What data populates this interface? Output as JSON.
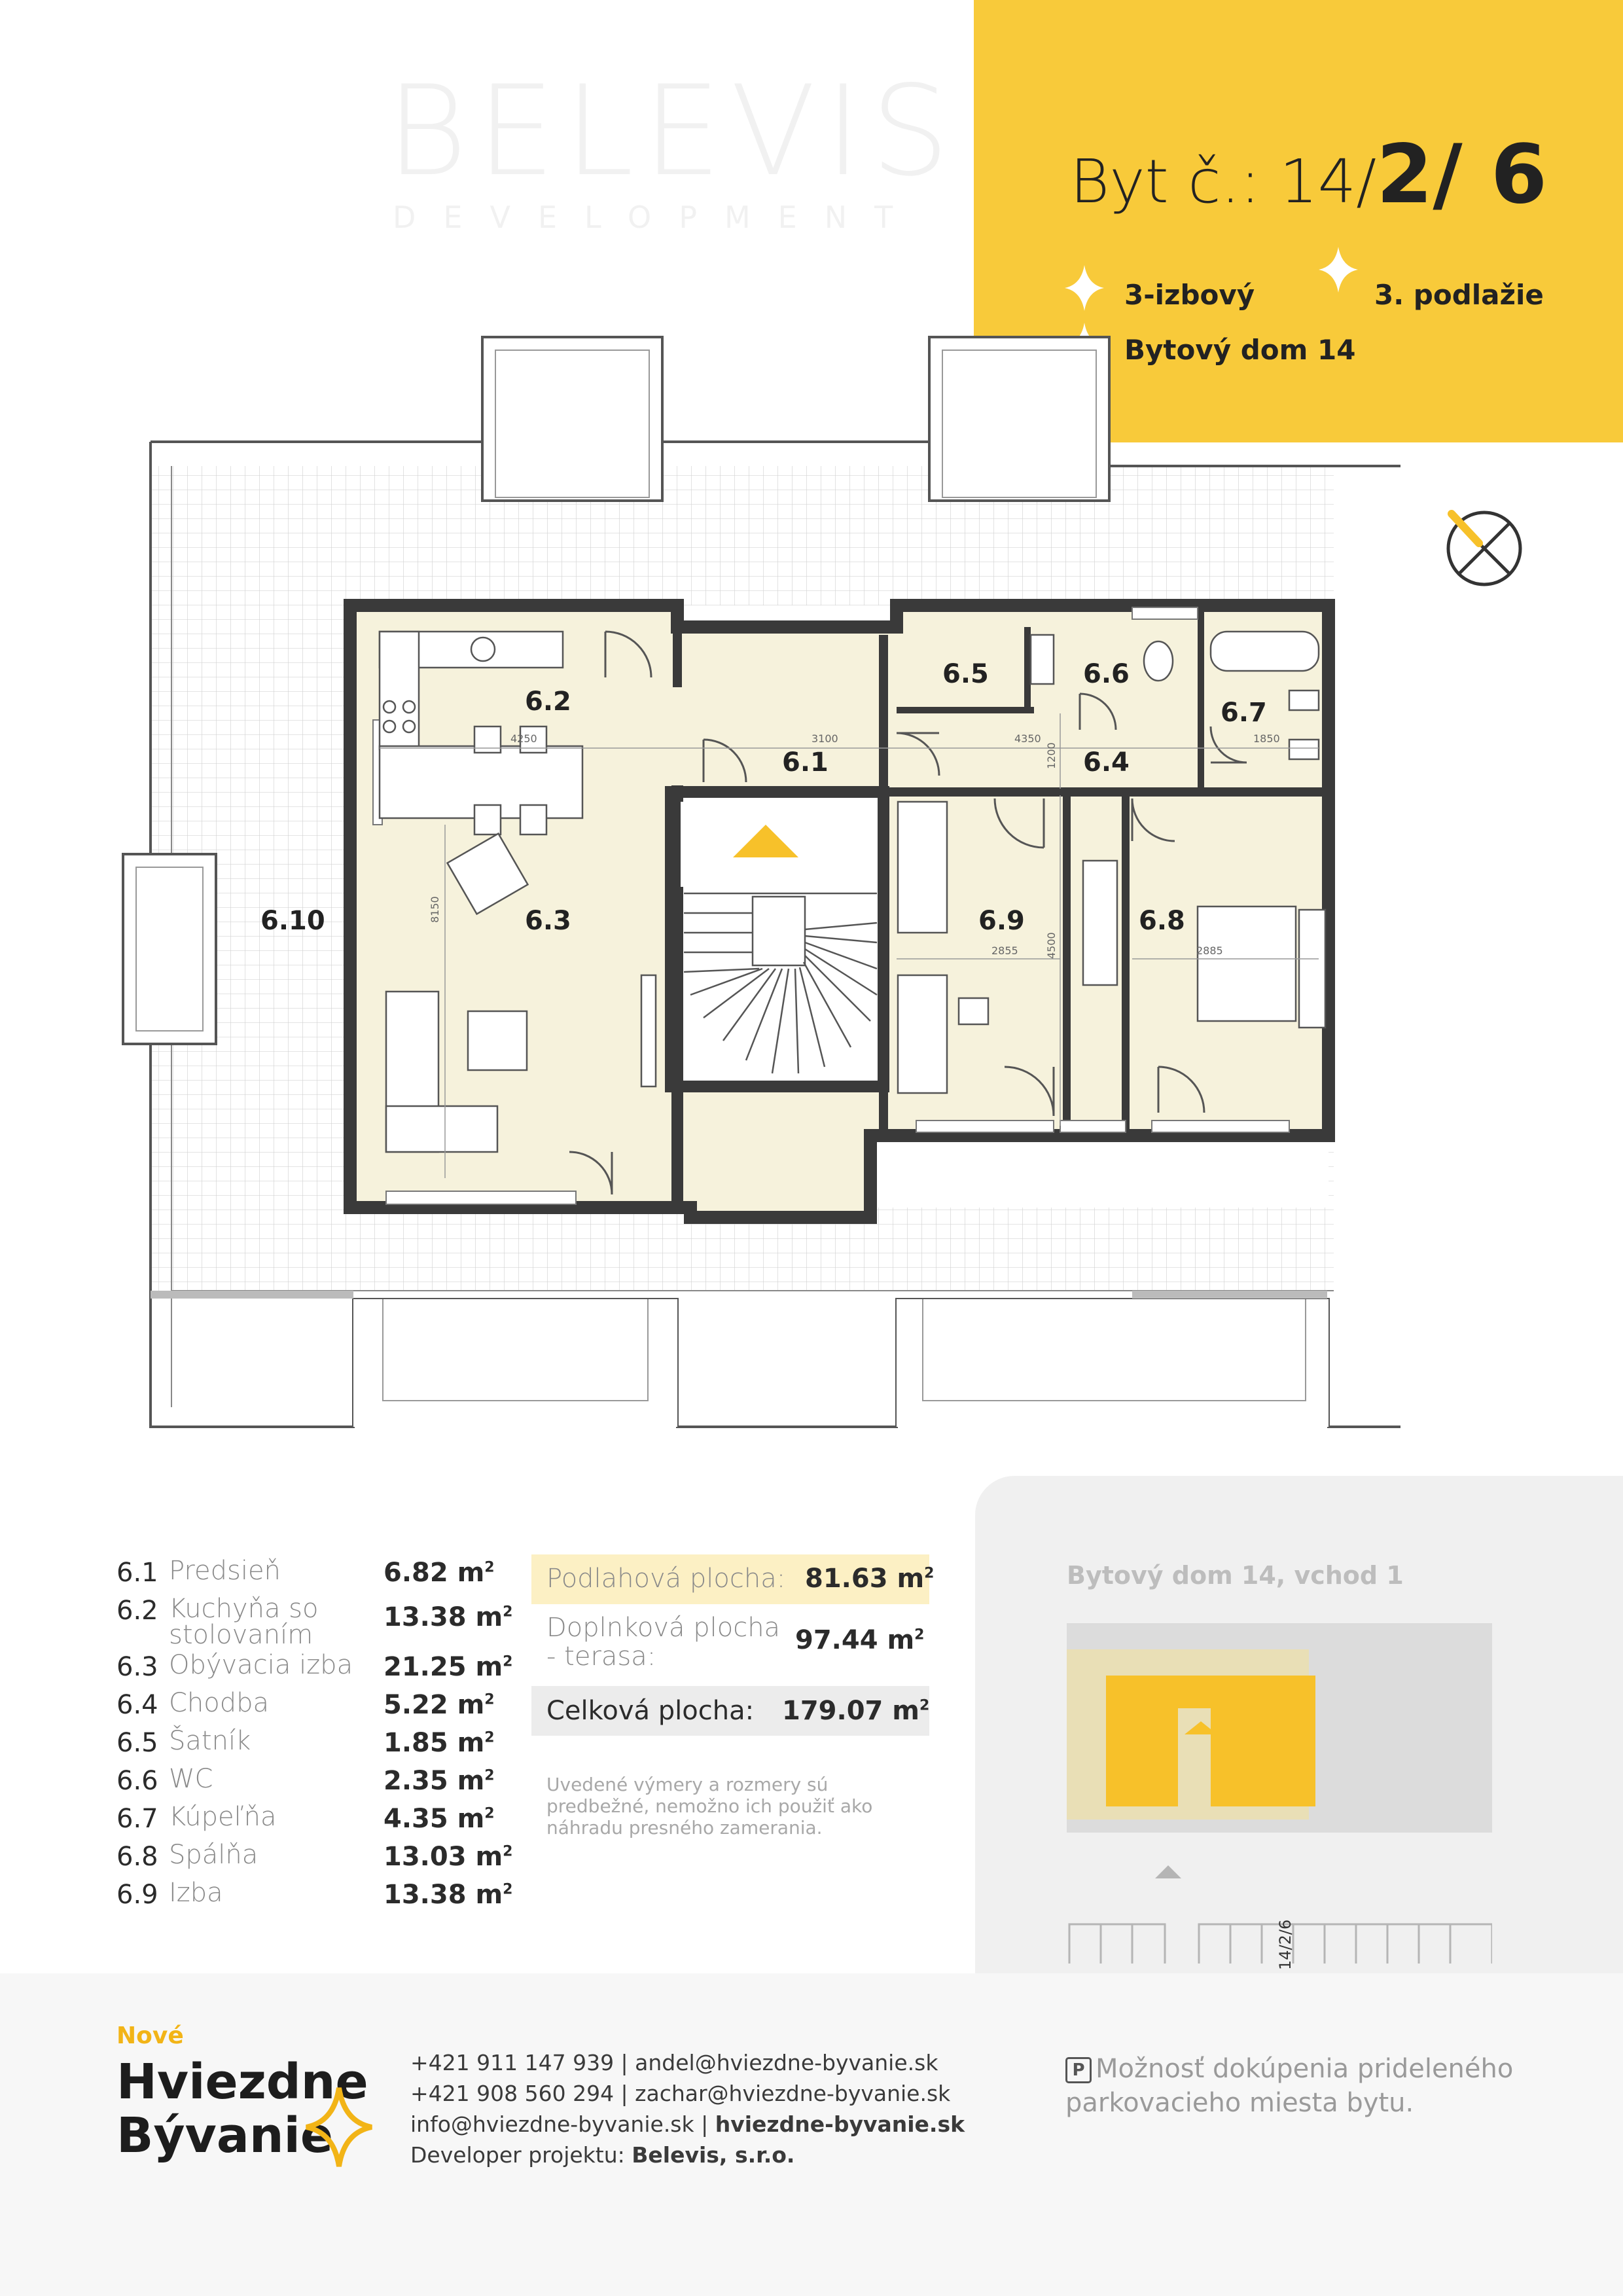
{
  "watermark": {
    "brand": "BELEVIS",
    "sub": "DEVELOPMENT"
  },
  "header": {
    "prefix": "Byt č.: 14/",
    "number": "2/ 6",
    "features": [
      "3-izbový",
      "3. podlažie",
      "Bytový dom 14"
    ]
  },
  "plan": {
    "rooms": {
      "r61": "6.1",
      "r62": "6.2",
      "r63": "6.3",
      "r64": "6.4",
      "r65": "6.5",
      "r66": "6.6",
      "r67": "6.7",
      "r68": "6.8",
      "r69": "6.9",
      "r610": "6.10"
    },
    "dims": {
      "d4250": "4250",
      "d3100": "3100",
      "d4350": "4350",
      "d1850": "1850",
      "d1200": "1200",
      "d8150": "8150",
      "d2855": "2855",
      "d4500": "4500",
      "d2885": "2885"
    }
  },
  "areas": [
    {
      "no": "6.1",
      "name": "Predsieň",
      "value": "6.82 m",
      "unit": "2"
    },
    {
      "no": "6.2",
      "name": "Kuchyňa so stolovaním",
      "value": "13.38 m",
      "unit": "2"
    },
    {
      "no": "6.3",
      "name": "Obývacia izba",
      "value": "21.25 m",
      "unit": "2"
    },
    {
      "no": "6.4",
      "name": "Chodba",
      "value": "5.22 m",
      "unit": "2"
    },
    {
      "no": "6.5",
      "name": "Šatník",
      "value": "1.85 m",
      "unit": "2"
    },
    {
      "no": "6.6",
      "name": "WC",
      "value": "2.35 m",
      "unit": "2"
    },
    {
      "no": "6.7",
      "name": "Kúpeľňa",
      "value": "4.35 m",
      "unit": "2"
    },
    {
      "no": "6.8",
      "name": "Spálňa",
      "value": "13.03 m",
      "unit": "2"
    },
    {
      "no": "6.9",
      "name": "Izba",
      "value": "13.38 m",
      "unit": "2"
    }
  ],
  "summary": {
    "floor_label": "Podlahová plocha:",
    "floor_value": "81.63 m",
    "extra_label_1": "Doplnková plocha",
    "extra_label_2": "- terasa:",
    "extra_value": "97.44 m",
    "total_label": "Celková plocha:",
    "total_value": "179.07 m",
    "unit_sup": "2",
    "note": "Uvedené výmery a rozmery sú predbežné, nemožno ich použiť ako náhradu presného zamerania."
  },
  "location": {
    "title": "Bytový dom 14, vchod 1",
    "unit_label": "14/2/6"
  },
  "footer": {
    "logo_nove": "Nové",
    "logo_line1": "Hviezdne",
    "logo_line2": "Bývanie",
    "contact_lines": [
      "+421 911 147 939  |  andel@hviezdne-byvanie.sk",
      "+421 908 560 294  |  zachar@hviezdne-byvanie.sk",
      "info@hviezdne-byvanie.sk   |  "
    ],
    "website": "hviezdne-byvanie.sk",
    "developer_label": "Developer projektu: ",
    "developer": "Belevis, s.r.o.",
    "parking_icon": "P",
    "parking": "Možnosť dokúpenia prideleného parkovacieho miesta bytu."
  },
  "colors": {
    "accent": "#f8ca3a",
    "highlight": "#f7c12a",
    "floor_fill": "#f6f2dc"
  }
}
